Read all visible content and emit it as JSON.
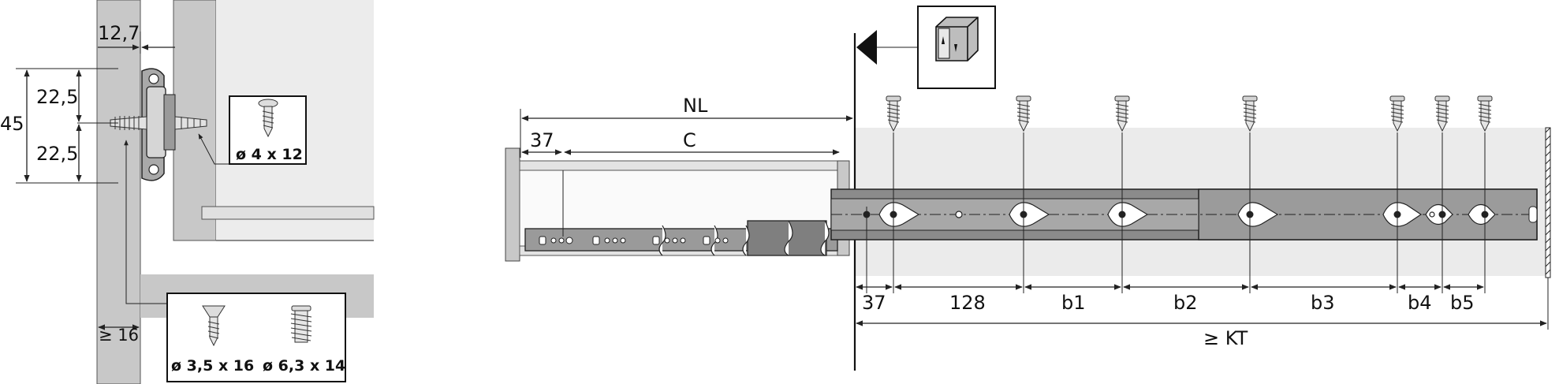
{
  "side_view": {
    "dim_top_offset": "12,7",
    "dim_total_height": "45",
    "dim_upper_half": "22,5",
    "dim_lower_half": "22,5",
    "dim_min_panel": "≥ 16",
    "screw_callout": "ø 4 x 12",
    "screw_options": [
      "ø 3,5 x 16",
      "ø 6,3 x 14"
    ]
  },
  "front_view": {
    "dim_nl": "NL",
    "dim_first": "37",
    "dim_c": "C"
  },
  "cabinet_view": {
    "icon": "cabinet-box-icon",
    "dims": [
      "37",
      "128",
      "b1",
      "b2",
      "b3",
      "b4",
      "b5"
    ],
    "dim_kt": "≥ KT"
  },
  "colors": {
    "panel": "#c8c8c8",
    "panel_light": "#e9e9e9",
    "rail": "#8e8e8e",
    "line": "#1a1a1a"
  }
}
